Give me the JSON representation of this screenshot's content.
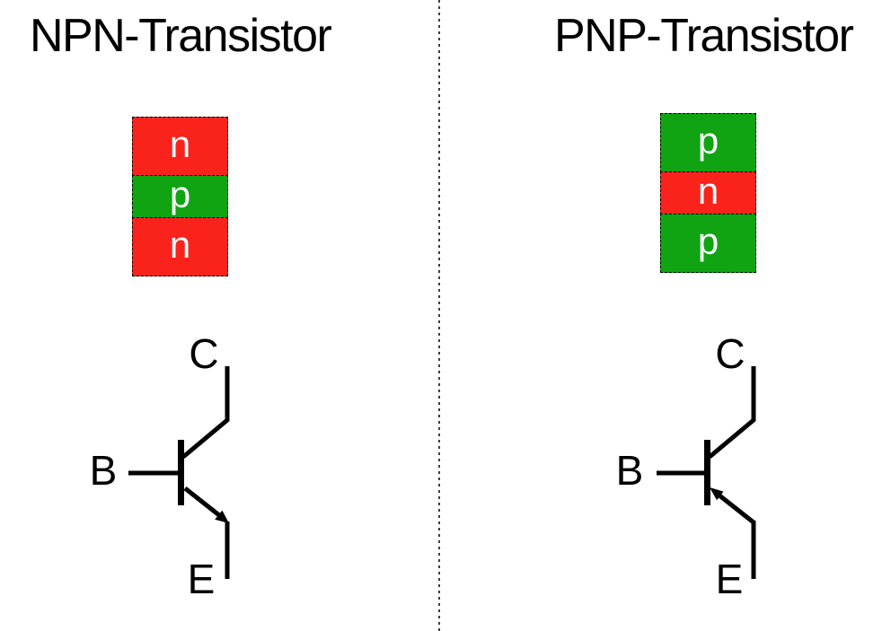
{
  "page": {
    "background_color": "#ffffff",
    "description": "Comparison diagram of NPN and PNP bipolar junction transistors: doped layer stacks and schematic symbols"
  },
  "divider": {
    "style": "dashed-vertical",
    "color": "#3d3d3d"
  },
  "colors": {
    "n_region": "#fa231c",
    "p_region": "#10a412",
    "region_label_text": "#ffffff",
    "symbol_line": "#000000",
    "title_text": "#000000"
  },
  "npn": {
    "title": "NPN-Transistor",
    "layers": [
      {
        "label": "n",
        "color": "#fa231c"
      },
      {
        "label": "p",
        "color": "#10a412"
      },
      {
        "label": "n",
        "color": "#fa231c"
      }
    ],
    "terminals": {
      "collector": "C",
      "base": "B",
      "emitter": "E"
    },
    "arrow_direction": "emitter-arrow-points-outward"
  },
  "pnp": {
    "title": "PNP-Transistor",
    "layers": [
      {
        "label": "p",
        "color": "#10a412"
      },
      {
        "label": "n",
        "color": "#fa231c"
      },
      {
        "label": "p",
        "color": "#10a412"
      }
    ],
    "terminals": {
      "collector": "C",
      "base": "B",
      "emitter": "E"
    },
    "arrow_direction": "emitter-arrow-points-toward-base"
  }
}
